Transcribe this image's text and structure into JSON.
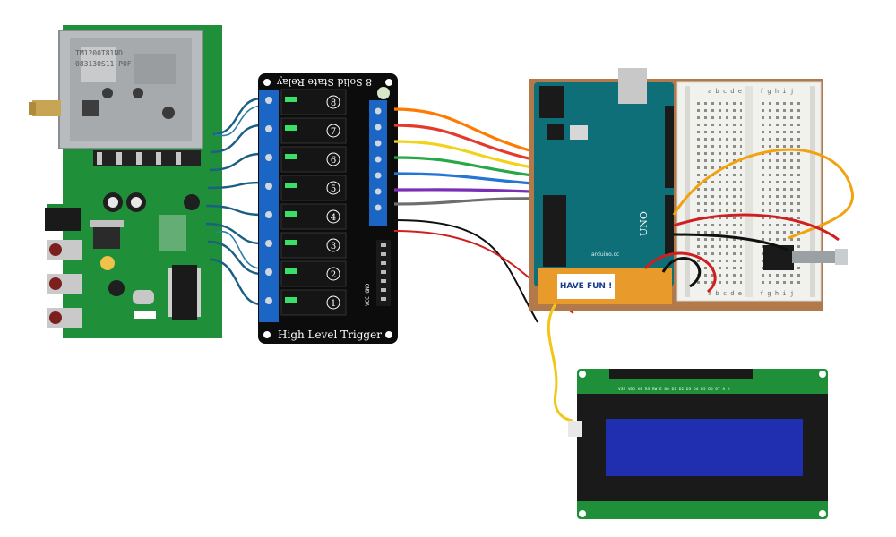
{
  "tuner": {
    "model": "TM1200T81ND",
    "code": "083130S11-P0F"
  },
  "relay_board": {
    "title": "8 Solid State Relay",
    "footer": "High Level Trigger",
    "channels": [
      "8",
      "7",
      "6",
      "5",
      "4",
      "3",
      "2",
      "1"
    ],
    "header_label": "VCC GND"
  },
  "arduino": {
    "brand": "UNO",
    "site": "arduino.cc",
    "sticker": "HAVE FUN !"
  },
  "breadboard": {
    "cols_top": "a b c d e",
    "cols_top2": "f g h i j",
    "cols_bottom": "a b c d e",
    "cols_bottom2": "f g h i j"
  },
  "lcd": {
    "pin_labels": "VSS VDD V0 RS RW E D0 D1 D2 D3 D4 D5 D6 D7 A K"
  },
  "colors": {
    "pcb_green": "#1f8f3a",
    "relay_black": "#0c0c0c",
    "arduino_teal": "#0f6f78",
    "breadboard": "#f1f1ee",
    "cork": "#b27a4a",
    "lcd_blue": "#1f2fb0"
  }
}
